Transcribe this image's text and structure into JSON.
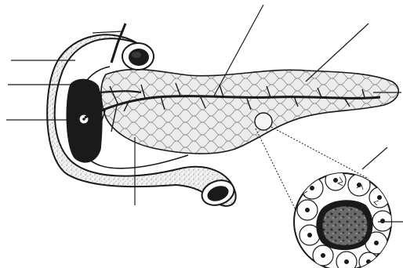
{
  "figure": {
    "subject": "pancreas-with-duodenum-and-islet-inset",
    "labels_visible": [],
    "label_lines": [
      "duodenum",
      "accessory-duct",
      "ampulla",
      "head",
      "pancreatic-duct",
      "body",
      "tail",
      "islet",
      "acinar-cells",
      "islet-cells"
    ],
    "colors": {
      "ink": "#1a1a1a",
      "stipple": "#9a9a9a",
      "light": "#e8e8e8",
      "background": "#ffffff"
    }
  }
}
